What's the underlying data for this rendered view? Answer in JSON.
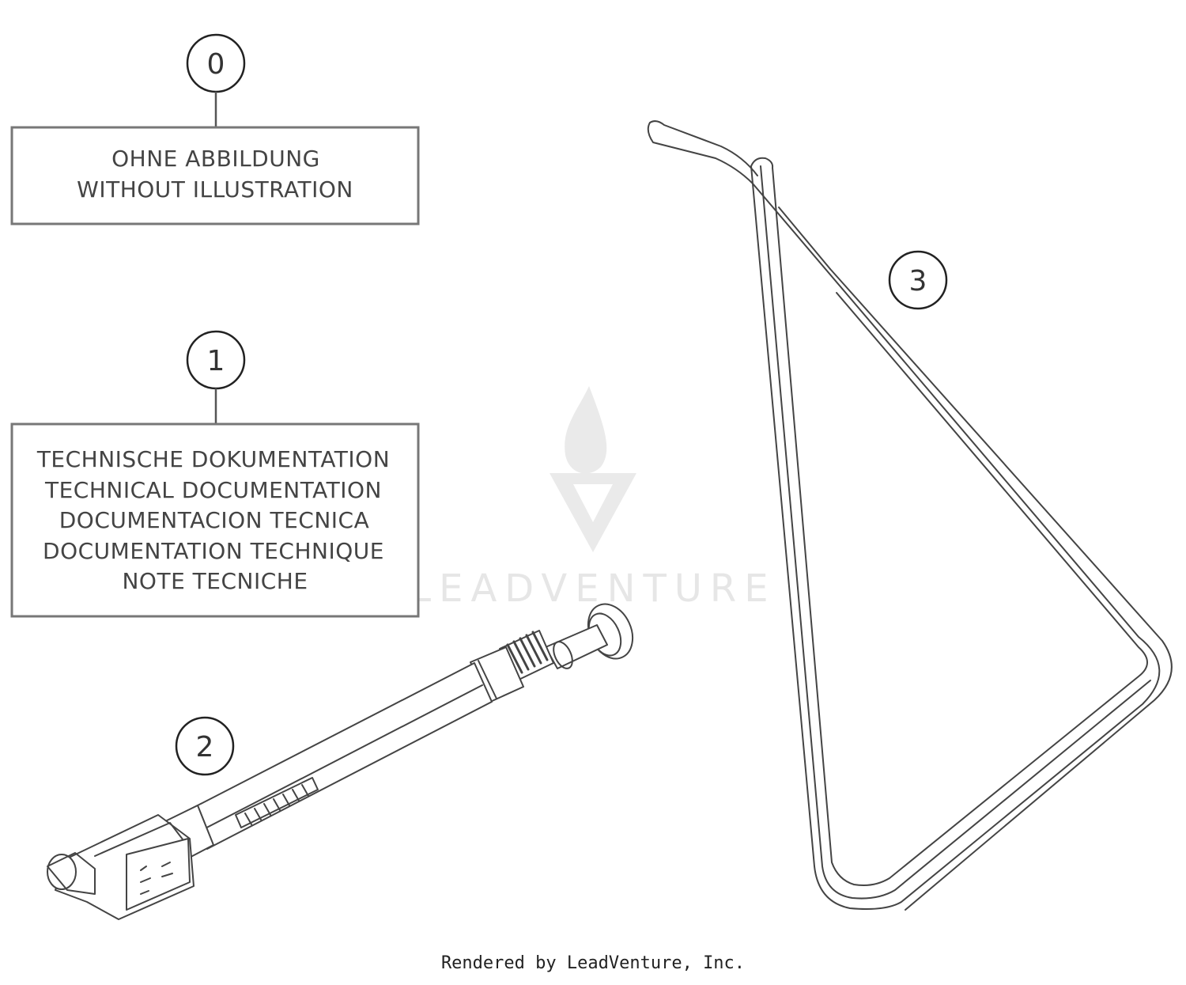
{
  "callouts": {
    "c0": "0",
    "c1": "1",
    "c2": "2",
    "c3": "3"
  },
  "box0": {
    "lines": [
      "OHNE ABBILDUNG",
      "WITHOUT ILLUSTRATION"
    ]
  },
  "box1": {
    "lines": [
      "TECHNISCHE DOKUMENTATION",
      "TECHNICAL DOCUMENTATION",
      "DOCUMENTACION TECNICA",
      "DOCUMENTATION TECHNIQUE",
      "NOTE TECNICHE"
    ]
  },
  "watermark": {
    "text": "LEADVENTURE"
  },
  "footer": {
    "text": "Rendered by LeadVenture, Inc."
  }
}
